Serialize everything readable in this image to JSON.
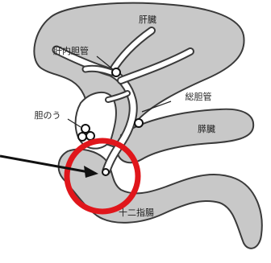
{
  "labels": {
    "liver": "肝臓",
    "intrahepatic_duct": "肝内胆管",
    "common_bile_duct": "総胆管",
    "gallbladder": "胆のう",
    "pancreas": "膵臓",
    "duodenum": "十二指腸"
  },
  "colors": {
    "organ_fill": "#c8c8c8",
    "organ_outline": "#3a3a3a",
    "duct_fill": "#ffffff",
    "stone_outline": "#111111",
    "highlight": "#e0161b",
    "background": "#ffffff"
  },
  "highlight": {
    "shape": "circle",
    "target": "stone at papilla"
  }
}
